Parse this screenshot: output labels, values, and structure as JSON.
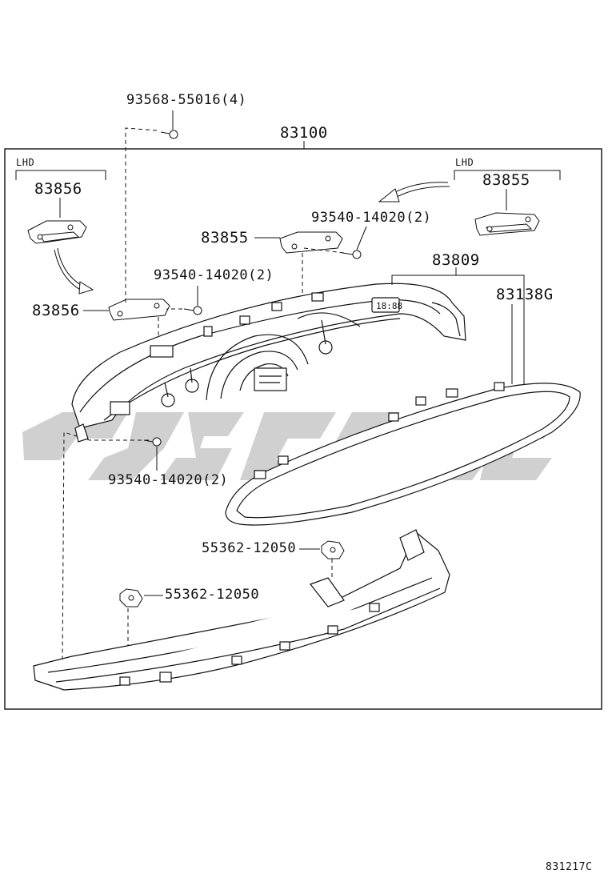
{
  "watermark": {
    "color": "#c8c8c8"
  },
  "parts": {
    "assembly": "83100",
    "bolt_top": "93568-55016(4)",
    "lhd_left_tag": "LHD",
    "lhd_right_tag": "LHD",
    "clip_left_lhd": "83856",
    "clip_right_lhd": "83855",
    "clip_right_main": "83855",
    "screw_right": "93540-14020(2)",
    "clip_left_main": "83856",
    "screw_left": "93540-14020(2)",
    "cluster_lens": "83809",
    "glass_panel": "83138G",
    "screw_bottom": "93540-14020(2)",
    "nut_right": "55362-12050",
    "nut_left": "55362-12050"
  },
  "footer": {
    "diagram_code": "831217C"
  }
}
